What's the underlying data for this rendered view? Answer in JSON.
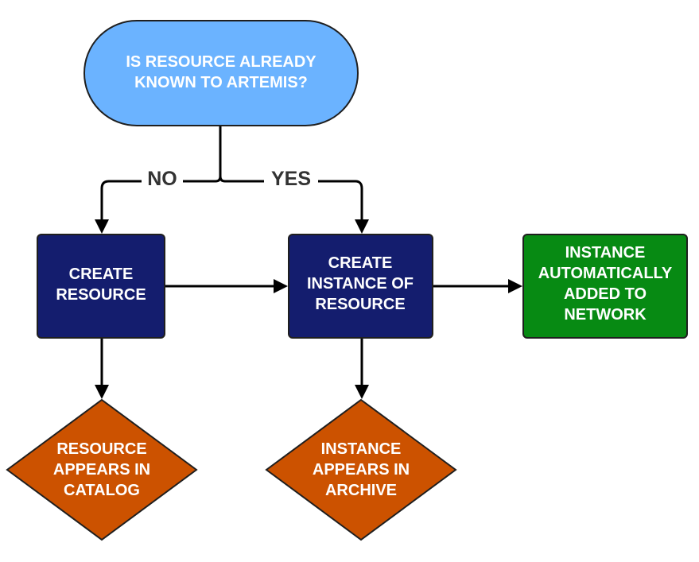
{
  "nodes": {
    "decision": {
      "lines": [
        "IS RESOURCE ALREADY",
        "KNOWN TO ARTEMIS?"
      ],
      "color": "#6bb3ff"
    },
    "create_resource": {
      "lines": [
        "CREATE",
        "RESOURCE"
      ],
      "color": "#141d6e"
    },
    "create_instance": {
      "lines": [
        "CREATE",
        "INSTANCE OF",
        "RESOURCE"
      ],
      "color": "#141d6e"
    },
    "added_to_network": {
      "lines": [
        "INSTANCE",
        "AUTOMATICALLY",
        "ADDED TO",
        "NETWORK"
      ],
      "color": "#078a13"
    },
    "appears_catalog": {
      "lines": [
        "RESOURCE",
        "APPEARS IN",
        "CATALOG"
      ],
      "color": "#cc5200"
    },
    "appears_archive": {
      "lines": [
        "INSTANCE",
        "APPEARS IN",
        "ARCHIVE"
      ],
      "color": "#cc5200"
    }
  },
  "branches": {
    "no": "NO",
    "yes": "YES"
  }
}
